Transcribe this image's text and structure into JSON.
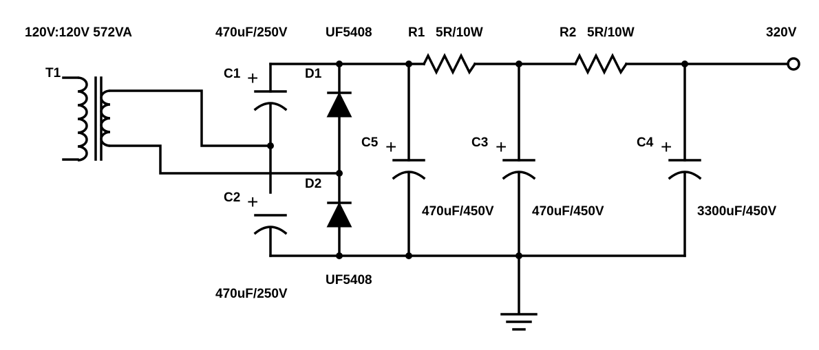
{
  "transformer": {
    "ref": "T1",
    "rating": "120V:120V 572VA"
  },
  "capacitors": {
    "c1": {
      "ref": "C1",
      "value": "470uF/250V"
    },
    "c2": {
      "ref": "C2",
      "value": "470uF/250V"
    },
    "c5": {
      "ref": "C5",
      "value": "470uF/450V"
    },
    "c3": {
      "ref": "C3",
      "value": "470uF/450V"
    },
    "c4": {
      "ref": "C4",
      "value": "3300uF/450V"
    },
    "polarity_mark": "+"
  },
  "diodes": {
    "d1": {
      "ref": "D1",
      "part": "UF5408"
    },
    "d2": {
      "ref": "D2",
      "part": "UF5408"
    }
  },
  "resistors": {
    "r1": {
      "ref": "R1",
      "value": "5R/10W"
    },
    "r2": {
      "ref": "R2",
      "value": "5R/10W"
    }
  },
  "output": {
    "voltage": "320V"
  },
  "icons": [
    "transformer-icon",
    "capacitor-icon",
    "diode-icon",
    "resistor-icon",
    "ground-icon",
    "output-terminal-icon"
  ],
  "colors": {
    "ink": "#000000",
    "background": "#ffffff"
  }
}
